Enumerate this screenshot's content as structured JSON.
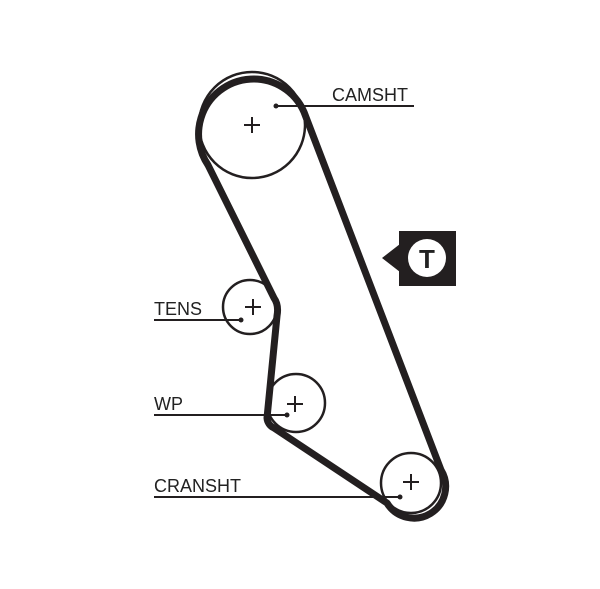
{
  "labels": {
    "camshaft": "CAMSHT",
    "tensioner": "TENS",
    "water_pump": "WP",
    "crankshaft": "CRANSHT"
  },
  "marker": {
    "letter": "T"
  },
  "colors": {
    "line": "#231f20",
    "background": "#ffffff",
    "marker_fill": "#231f20",
    "marker_letter": "#231f20"
  }
}
